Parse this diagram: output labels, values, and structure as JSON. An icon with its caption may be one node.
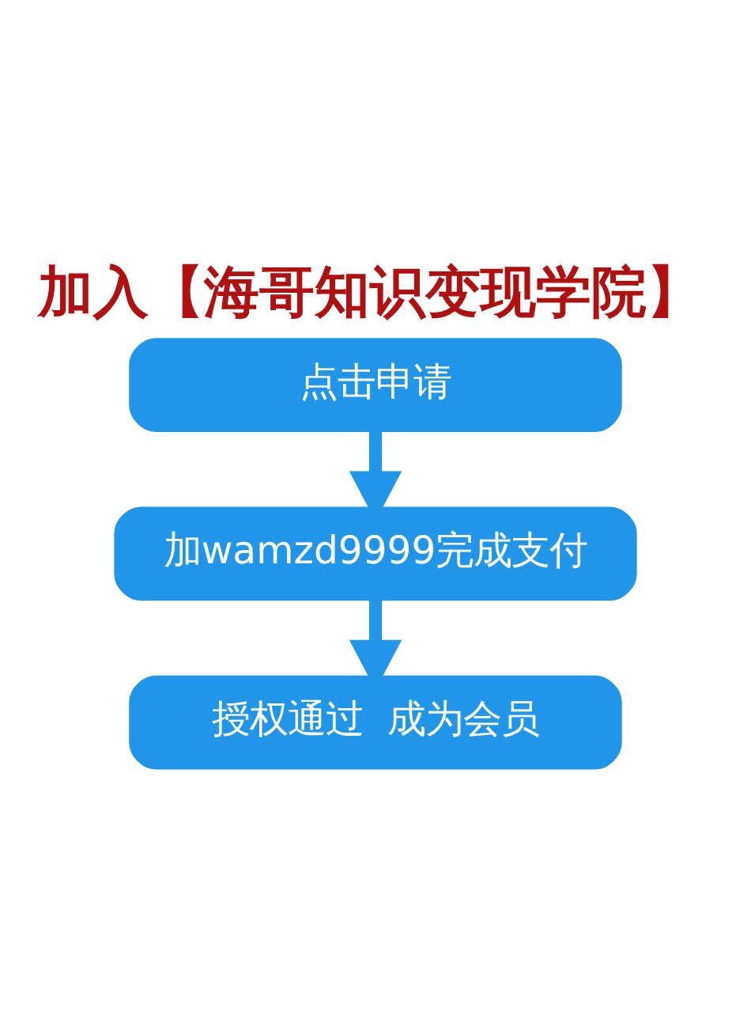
{
  "diagram": {
    "title": "加入【海哥知识变现学院】",
    "nodes": [
      {
        "text": [
          "点击申请"
        ]
      },
      {
        "text": [
          "加wamzd9999完成支付"
        ]
      },
      {
        "text": [
          "授权通过  成为会员"
        ]
      }
    ],
    "edges": [
      {
        "from": 0,
        "to": 1,
        "arrow": "to"
      },
      {
        "from": 1,
        "to": 2,
        "arrow": "to"
      }
    ]
  }
}
